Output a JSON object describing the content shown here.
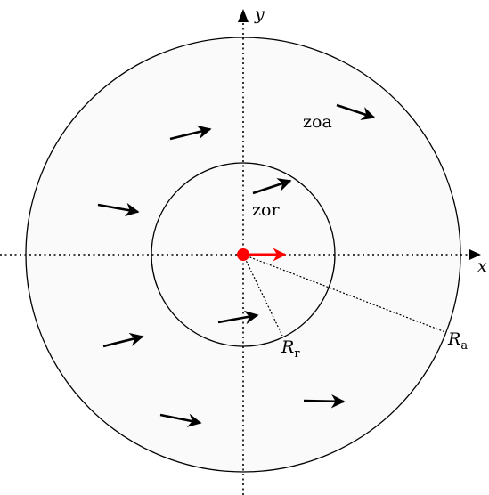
{
  "labels": {
    "x_axis": "x",
    "y_axis": "y",
    "zone_attraction": "zoa",
    "zone_repulsion": "zor",
    "radius_repulsion": "R",
    "radius_repulsion_sub": "r",
    "radius_attraction": "R",
    "radius_attraction_sub": "a"
  },
  "colors": {
    "focal_agent": "#ff0000",
    "neighbor_arrows": "#000000",
    "zone_fill": "#fafafa",
    "outline": "#000000"
  },
  "icons": {
    "focal": "red-dot-with-arrow",
    "neighbors": "black-arrow"
  }
}
